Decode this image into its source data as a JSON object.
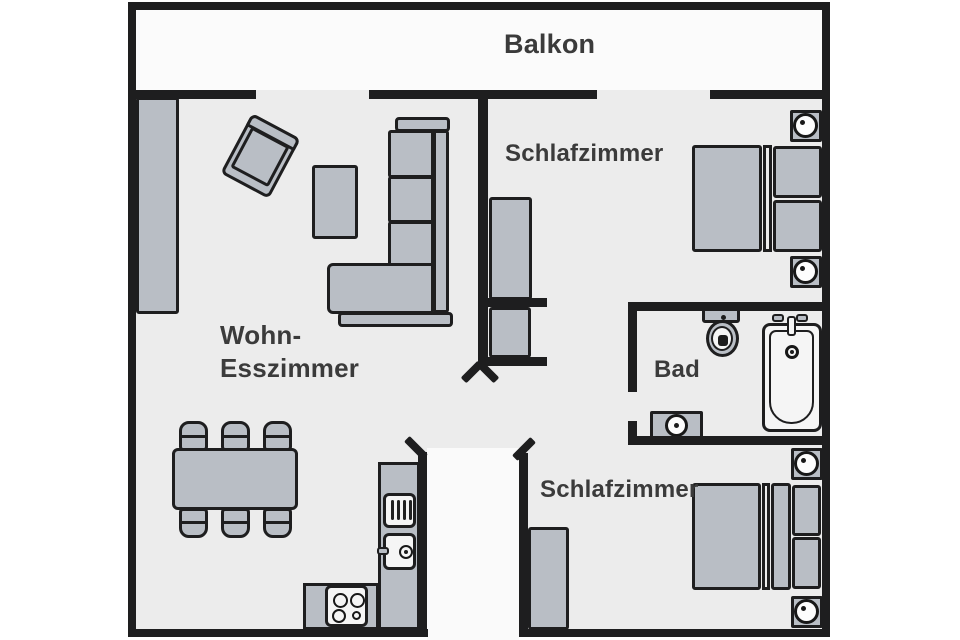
{
  "labels": {
    "balcony": "Balkon",
    "bedroom_top": "Schlafzimmer",
    "bedroom_bottom": "Schlafzimmer",
    "bathroom": "Bad",
    "living_line1": "Wohn-",
    "living_line2": "Esszimmer"
  },
  "colors": {
    "wall": "#1e1e1f",
    "floor": "#ececec",
    "balcony-floor": "#fbfbfb",
    "corridor-floor": "#fafafa",
    "furniture": "#b9bec5",
    "fixture": "#f5f5f5",
    "text": "#3b3b3b"
  }
}
